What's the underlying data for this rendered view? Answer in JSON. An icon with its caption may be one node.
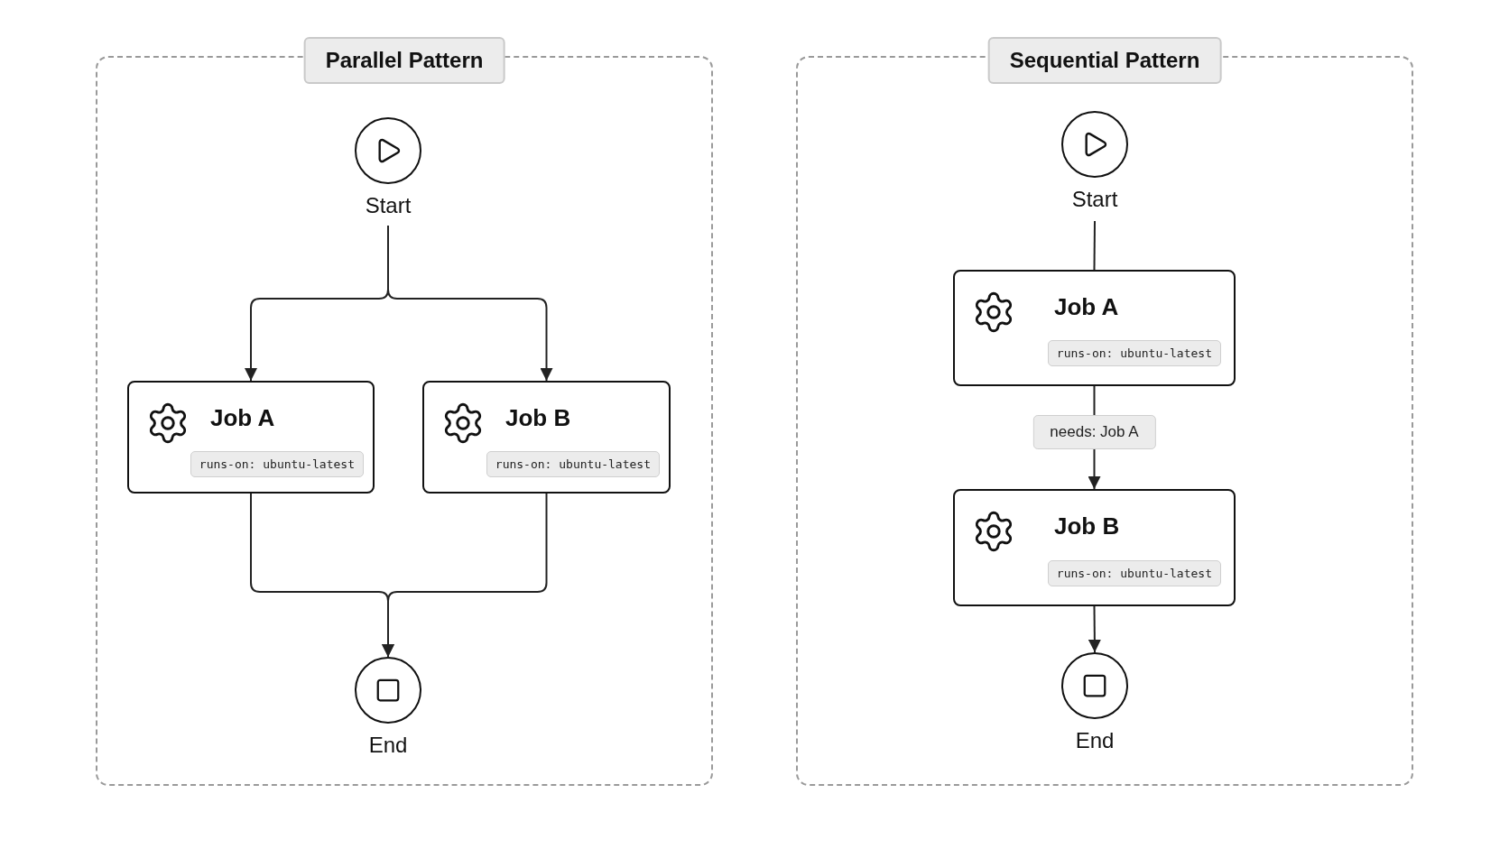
{
  "diagram": {
    "nodes": [
      {
        "text": [
          "Parallel Pattern"
        ]
      },
      {
        "text": [
          "Start"
        ],
        "in": 0
      },
      {
        "text": [
          "Job A",
          "runs-on: ubuntu-latest"
        ],
        "in": 0
      },
      {
        "text": [
          "Job B",
          "runs-on: ubuntu-latest"
        ],
        "in": 0
      },
      {
        "text": [
          "End"
        ],
        "in": 0
      },
      {
        "text": [
          "Sequential Pattern"
        ]
      },
      {
        "text": [
          "Start"
        ],
        "in": 5
      },
      {
        "text": [
          "Job A",
          "runs-on: ubuntu-latest"
        ],
        "in": 5
      },
      {
        "text": [
          "Job B",
          "runs-on: ubuntu-latest"
        ],
        "in": 5
      },
      {
        "text": [
          "End"
        ],
        "in": 5
      }
    ],
    "edges": [
      {
        "from": 1,
        "to": 2,
        "arrow": "to"
      },
      {
        "from": 1,
        "to": 3,
        "arrow": "to"
      },
      {
        "from": 2,
        "to": 4,
        "arrow": "to"
      },
      {
        "from": 3,
        "to": 4,
        "arrow": "to"
      },
      {
        "from": 6,
        "to": 7,
        "arrow": "none"
      },
      {
        "from": 7,
        "to": 8,
        "arrow": "to",
        "label": "needs: Job A"
      },
      {
        "from": 8,
        "to": 9,
        "arrow": "to"
      }
    ]
  }
}
